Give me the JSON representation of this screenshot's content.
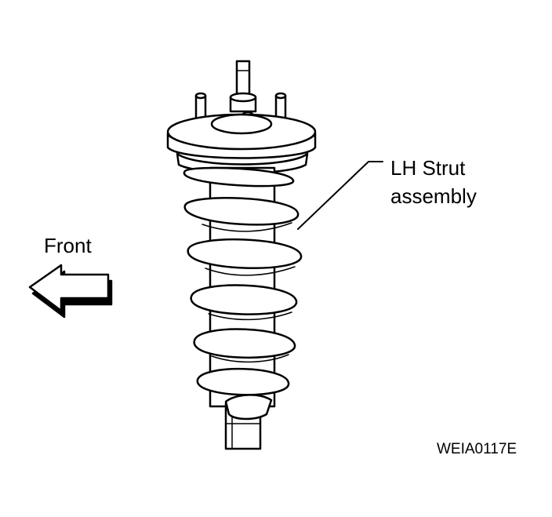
{
  "direction_label": "Front",
  "callout": {
    "line1": "LH Strut",
    "line2": "assembly"
  },
  "figure_code": "WEIA0117E",
  "colors": {
    "ink": "#000000",
    "paper": "#ffffff"
  }
}
